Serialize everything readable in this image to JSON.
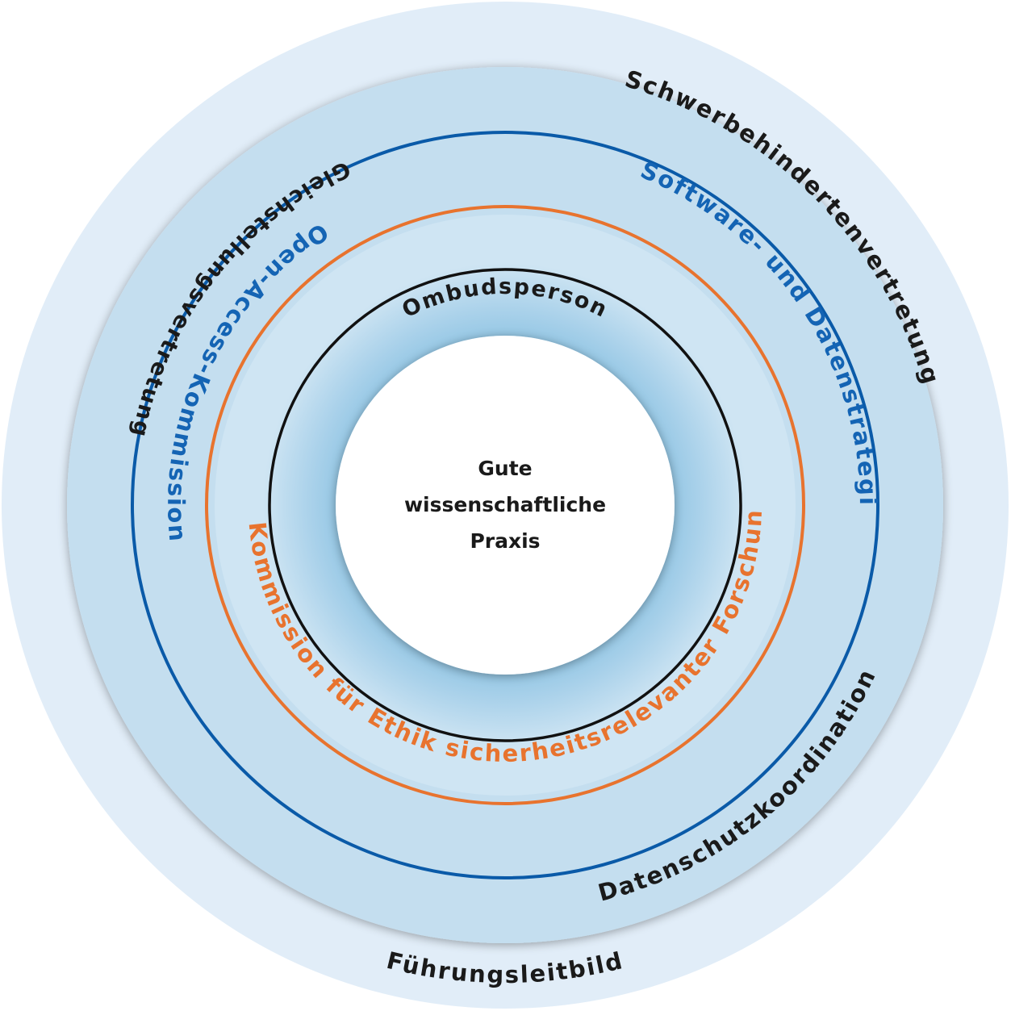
{
  "colors": {
    "outer_disc": "#e1edf8",
    "middle_disc": "#c4deef",
    "inner_ring_edge": "#cfe5f3",
    "inner_ring_core": "#84bfe0",
    "center_disc": "#ffffff",
    "blue_line": "#0a5aa8",
    "orange_line": "#e8732e",
    "black_line": "#111111",
    "text_dark": "#1a1a1a",
    "text_blue": "#1464b4",
    "text_orange": "#e8732e"
  },
  "center": {
    "line1": "Gute",
    "line2": "wissenschaftliche",
    "line3": "Praxis"
  },
  "labels": {
    "schwerbehinderten": "Schwerbehindertenvertretung",
    "software": "Software- und Datenstrategie",
    "ombuds": "Ombudsperson",
    "gleich": "Gleichstellungsvertretung",
    "openaccess": "Open-Access-Kommission",
    "kommission": "Kommission für Ethik sicherheitsrelevanter Forschung",
    "datenschutz": "Datenschutzkoordination",
    "fuehrung": "Führungsleitbild"
  }
}
